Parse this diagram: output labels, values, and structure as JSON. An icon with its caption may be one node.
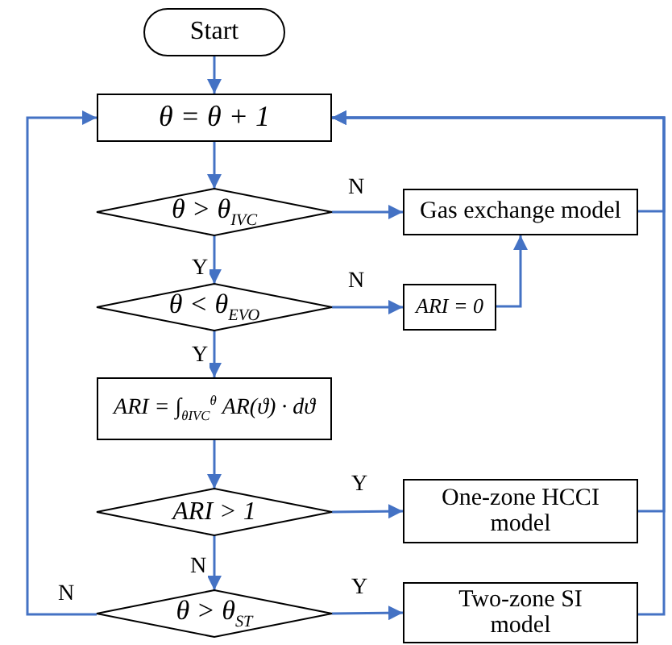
{
  "diagram": {
    "nodes": [
      {
        "text": [
          "Start"
        ]
      },
      {
        "text": [
          "θ = θ + 1"
        ]
      },
      {
        "text": [
          "θ > θ$_{IVC}$"
        ]
      },
      {
        "text": [
          "Gas exchange model"
        ]
      },
      {
        "text": [
          "θ < θ$_{EVO}$"
        ]
      },
      {
        "text": [
          "ARI = 0"
        ]
      },
      {
        "text": [
          "ARI = ∫$_{θIVC}$$^{θ}$ AR(ϑ) · dϑ"
        ]
      },
      {
        "text": [
          "ARI > 1"
        ]
      },
      {
        "text": [
          "One-zone HCCI model"
        ]
      },
      {
        "text": [
          "θ > θ$_{ST}$"
        ]
      },
      {
        "text": [
          "Two-zone SI model"
        ]
      }
    ],
    "edges": [
      {
        "from": 0,
        "to": 1,
        "arrow": "to"
      },
      {
        "from": 1,
        "to": 2,
        "arrow": "to"
      },
      {
        "from": 2,
        "to": 3,
        "arrow": "to",
        "label": "N"
      },
      {
        "from": 2,
        "to": 4,
        "arrow": "to",
        "label": "Y"
      },
      {
        "from": 4,
        "to": 5,
        "arrow": "to",
        "label": "N"
      },
      {
        "from": 4,
        "to": 6,
        "arrow": "to",
        "label": "Y"
      },
      {
        "from": 5,
        "to": 3,
        "arrow": "to"
      },
      {
        "from": 6,
        "to": 7,
        "arrow": "to"
      },
      {
        "from": 7,
        "to": 8,
        "arrow": "to",
        "label": "Y"
      },
      {
        "from": 7,
        "to": 9,
        "arrow": "to",
        "label": "N"
      },
      {
        "from": 9,
        "to": 10,
        "arrow": "to",
        "label": "Y"
      },
      {
        "from": 9,
        "to": 1,
        "arrow": "to",
        "label": "N"
      },
      {
        "from": 3,
        "to": 1,
        "arrow": "to"
      },
      {
        "from": 8,
        "to": 1,
        "arrow": "to"
      },
      {
        "from": 10,
        "to": 1,
        "arrow": "to"
      }
    ]
  }
}
